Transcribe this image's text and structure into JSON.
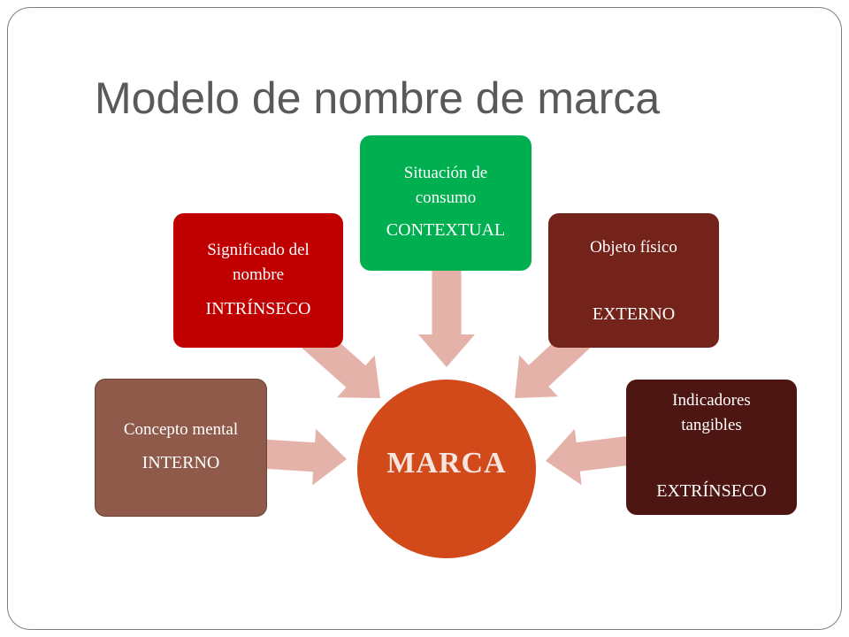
{
  "slide": {
    "title": "Modelo de nombre de marca",
    "title_color": "#595959"
  },
  "center": {
    "label": "MARCA",
    "color": "#D2491A",
    "text_color": "#F6E6DF"
  },
  "nodes": [
    {
      "label": "Concepto mental",
      "type": "INTERNO",
      "color": "#8F5A4A"
    },
    {
      "label": "Significado del nombre",
      "type": "INTRÍNSECO",
      "color": "#C00000"
    },
    {
      "label": "Situación de consumo",
      "type": "CONTEXTUAL",
      "color": "#00B050"
    },
    {
      "label": "Objeto físico",
      "type": "EXTERNO",
      "color": "#74231A"
    },
    {
      "label": "Indicadores tangibles",
      "type": "EXTRÍNSECO",
      "color": "#4D1612"
    }
  ],
  "arrows": {
    "color": "#E5B2AA",
    "direction": "toward-center"
  }
}
